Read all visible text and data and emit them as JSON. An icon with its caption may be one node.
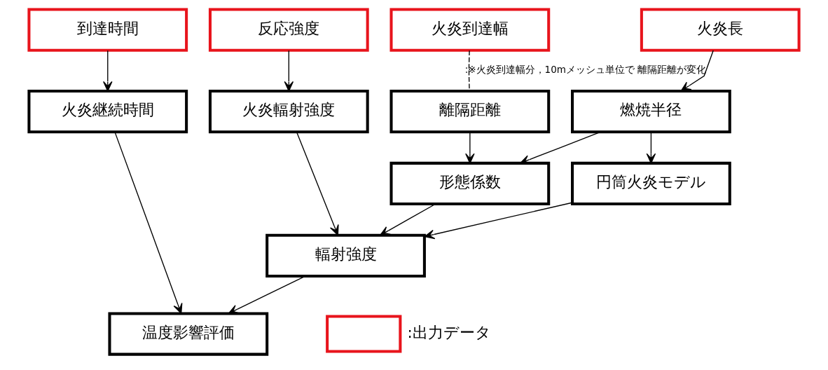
{
  "diagram": {
    "nodes": [
      {
        "text": [
          "到達時間"
        ]
      },
      {
        "text": [
          "反応強度"
        ]
      },
      {
        "text": [
          "火炎長"
        ]
      },
      {
        "text": [
          "火炎到達幅"
        ]
      },
      {
        "text": [
          "火炎継続時間"
        ]
      },
      {
        "text": [
          "火炎輻射強度"
        ]
      },
      {
        "text": [
          "燃焼半径"
        ]
      },
      {
        "text": [
          "離隔距離"
        ]
      },
      {
        "text": [
          "円筒火炎モデル"
        ]
      },
      {
        "text": [
          "形態係数"
        ]
      },
      {
        "text": [
          "輻射強度"
        ]
      },
      {
        "text": [
          "温度影響評価"
        ]
      }
    ],
    "edges": [
      {
        "from": 0,
        "to": 4,
        "arrow": "to"
      },
      {
        "from": 1,
        "to": 5,
        "arrow": "to"
      },
      {
        "from": 2,
        "to": 6,
        "arrow": "to"
      },
      {
        "from": 3,
        "to": 7,
        "arrow": "none",
        "style": "dashed",
        "label": ":※火炎到達幅分，10mメッシュ単位で 離隔距離が変化"
      },
      {
        "from": 6,
        "to": 8,
        "arrow": "to"
      },
      {
        "from": 6,
        "to": 9,
        "arrow": "to"
      },
      {
        "from": 7,
        "to": 9,
        "arrow": "to"
      },
      {
        "from": 5,
        "to": 10,
        "arrow": "to"
      },
      {
        "from": 8,
        "to": 10,
        "arrow": "to"
      },
      {
        "from": 9,
        "to": 10,
        "arrow": "to"
      },
      {
        "from": 4,
        "to": 11,
        "arrow": "to"
      },
      {
        "from": 10,
        "to": 11,
        "arrow": "to"
      }
    ],
    "legend": [
      {
        "text": ":出力データ"
      }
    ]
  }
}
